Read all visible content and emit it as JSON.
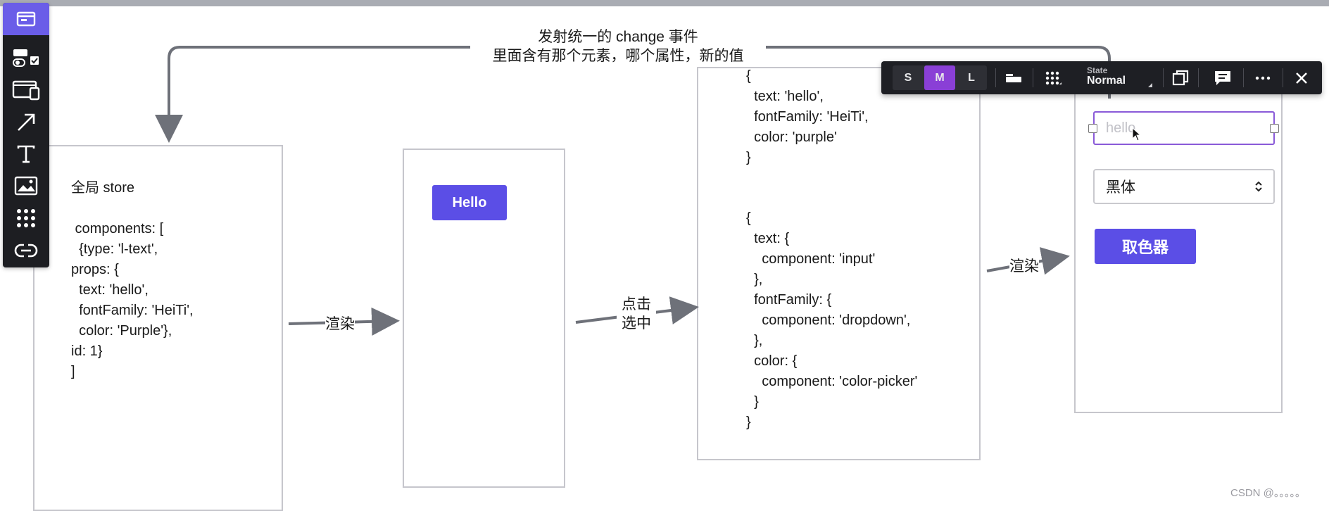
{
  "top_annotation": {
    "line1": "发射统一的 change 事件",
    "line2": "里面含有那个元素，哪个属性，新的值"
  },
  "store_box": {
    "code": "全局 store\n\n components: [\n  {type: 'l-text',\nprops: {\n  text: 'hello',\n  fontFamily: 'HeiTi',\n  color: 'Purple'},\nid: 1}\n]"
  },
  "render_label_1": "渲染",
  "canvas_box": {
    "button_label": "Hello"
  },
  "click_label": "点击\n选中",
  "props_box": {
    "code_top": "{\n  text: 'hello',\n  fontFamily: 'HeiTi',\n  color: 'purple'\n}",
    "code_bottom": "{\n  text: {\n    component: 'input'\n  },\n  fontFamily: {\n    component: 'dropdown',\n  },\n  color: {\n    component: 'color-picker'\n  }\n}"
  },
  "render_label_2": "渲染",
  "editor_panel": {
    "input_value": "hello",
    "select_value": "黑体",
    "color_button_label": "取色器"
  },
  "toolbar": {
    "sizes": [
      "S",
      "M",
      "L"
    ],
    "active_size": "M",
    "state_label": "State",
    "state_value": "Normal"
  },
  "tool_rail": {
    "tools": [
      "screen-icon",
      "toggle-icon",
      "devices-icon",
      "arrow-icon",
      "text-icon",
      "image-icon",
      "grid-icon",
      "link-icon"
    ]
  },
  "watermark": "CSDN @。。。。。",
  "colors": {
    "accent": "#5b4ee6",
    "toolbar_active": "#8a3fd6",
    "dark_ui": "#1e1f24",
    "line": "#6e7179"
  }
}
